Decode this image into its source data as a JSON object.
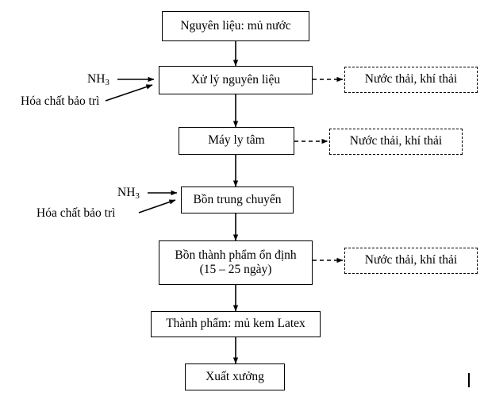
{
  "diagram": {
    "title": "Quy trinh san xuat mu kem Latex",
    "type": "flowchart",
    "orientation": "top-to-bottom",
    "colors": {
      "background": "#ffffff",
      "stroke": "#000000",
      "text": "#000000"
    },
    "process_nodes": [
      {
        "id": "raw-material",
        "label": "Nguyên liệu: mủ nước"
      },
      {
        "id": "material-treatment",
        "label": "Xử lý nguyên liệu"
      },
      {
        "id": "centrifuge",
        "label": "Máy ly tâm"
      },
      {
        "id": "transfer-tank",
        "label": "Bồn trung chuyển"
      },
      {
        "id": "stabilizing-tank",
        "label_line1": "Bồn thành phẩm ổn định",
        "label_line2": "(15 – 25 ngày)"
      },
      {
        "id": "finished-product",
        "label": "Thành phẩm: mủ kem Latex"
      },
      {
        "id": "shipment",
        "label": "Xuất xưởng"
      }
    ],
    "waste_nodes": [
      {
        "id": "waste-1",
        "label": "Nước thải, khí thải",
        "from": "material-treatment"
      },
      {
        "id": "waste-2",
        "label": "Nước thải, khí thải",
        "from": "centrifuge"
      },
      {
        "id": "waste-3",
        "label": "Nước thải, khí thải",
        "from": "stabilizing-tank"
      }
    ],
    "input_labels": [
      {
        "id": "nh3-1",
        "text": "NH",
        "sub": "3",
        "target": "material-treatment"
      },
      {
        "id": "chemical-1",
        "text": "Hóa chất bảo trì",
        "target": "material-treatment"
      },
      {
        "id": "nh3-2",
        "text": "NH",
        "sub": "3",
        "target": "transfer-tank"
      },
      {
        "id": "chemical-2",
        "text": "Hóa chất bảo trì",
        "target": "transfer-tank"
      }
    ]
  }
}
